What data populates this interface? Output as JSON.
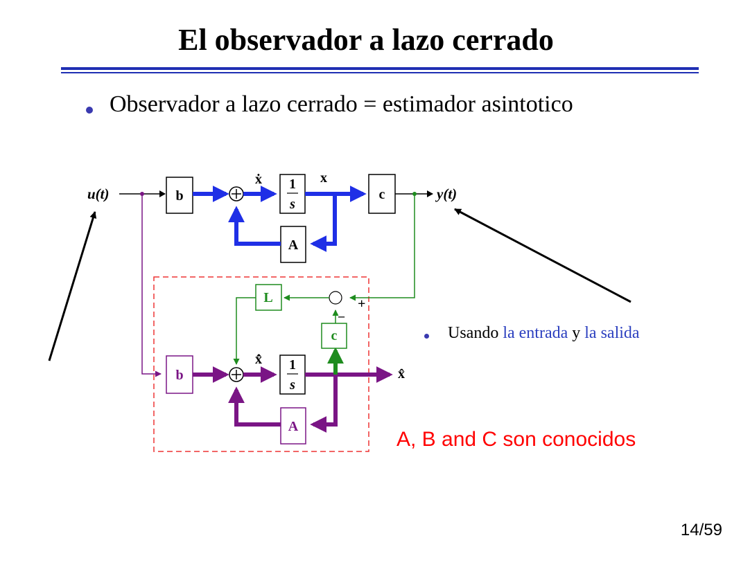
{
  "slide": {
    "title": "El observador a lazo cerrado",
    "bullet_main": "Observador a lazo cerrado = estimador asintotico",
    "bullet_small": {
      "prefix": "Usando ",
      "input_text": "la entrada",
      "mid": " y ",
      "output_text": "la salida"
    },
    "note": "A, B and C son conocidos",
    "page_current": "14",
    "page_sep": "/",
    "page_total": "59"
  },
  "diagram": {
    "input_label": "u(t)",
    "output_label": "y(t)",
    "plant": {
      "gain_b": "b",
      "integrator_num": "1",
      "integrator_den": "s",
      "gain_c": "c",
      "feedback_A": "A",
      "state_dot_label": "ẋ",
      "state_label": "x"
    },
    "observer": {
      "gain_b": "b",
      "integrator_num": "1",
      "integrator_den": "s",
      "gain_c": "c",
      "feedback_A": "A",
      "gain_L": "L",
      "state_dot_label": "x̂̇",
      "state_label": "x̂",
      "sum_plus": "+",
      "sum_minus": "–"
    },
    "colors": {
      "plant": "#1f2fe6",
      "observer": "#7a1585",
      "output_feedback": "#1e8c1e",
      "dashed_box": "#ee3333",
      "title_rule": "#1f2fb3"
    }
  }
}
